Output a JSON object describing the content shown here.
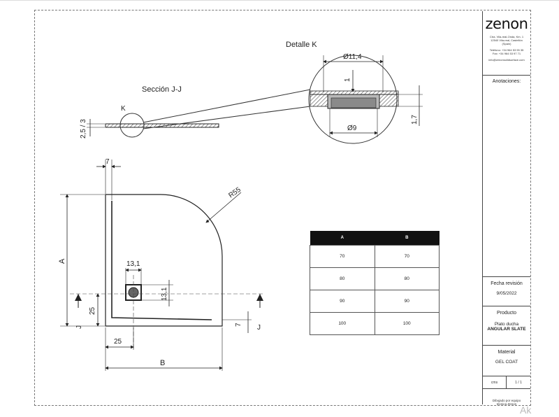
{
  "section_label": "Sección J-J",
  "detail_label": "Detalle K",
  "detail_ref": "K",
  "dims": {
    "thickness": "2,5 / 3",
    "outer_diameter": "Ø11,4",
    "inner_diameter": "Ø9",
    "depth_1": "1",
    "depth_17": "1,7",
    "edge_7_top": "7",
    "edge_7_right": "7",
    "radius": "R55",
    "a": "A",
    "b": "B",
    "drain_w": "13,1",
    "drain_h": "13,1",
    "offset_25_v": "25",
    "offset_25_h": "25",
    "cut_j1": "J",
    "cut_j2": "J"
  },
  "table": {
    "headers": [
      "A",
      "B"
    ],
    "rows": [
      [
        "70",
        "70"
      ],
      [
        "80",
        "80"
      ],
      [
        "90",
        "90"
      ],
      [
        "100",
        "100"
      ]
    ]
  },
  "title_block": {
    "logo": "zenon",
    "address": [
      "Ctra. Vila-real-Onda, Km. 1",
      "12540 Vila-real, Castellón",
      "(Spain)"
    ],
    "phone": [
      "Teléfono: +34 964 53 95 35",
      "Fax: +34 964 53 97 71"
    ],
    "email": "info@zenonsolidsurface.com",
    "annotations_label": "Anotaciones:",
    "revision_label": "Fecha revisión",
    "revision_date": "9/05/2022",
    "product_label": "Producto",
    "product_line1": "Plato ducha",
    "product_line2": "ANGULAR SLATE",
    "material_label": "Material",
    "material_value": "GEL COAT",
    "units": "cms",
    "sheet": "1 / 1",
    "drawn_by": [
      "Dibujado por equipo",
      "técnica Zenon"
    ]
  },
  "watermark": "Ak"
}
